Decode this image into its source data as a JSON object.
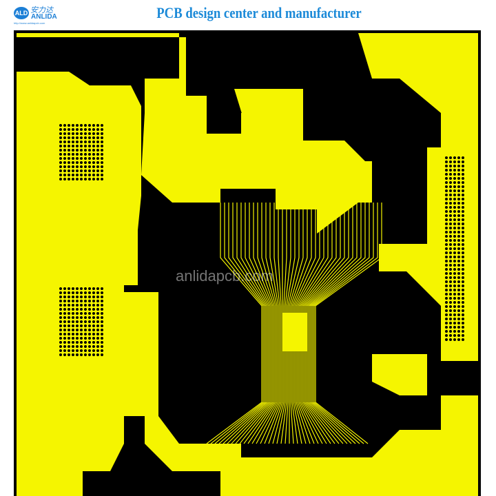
{
  "header": {
    "logo_mark": "ALD",
    "logo_cn": "安力达",
    "logo_name": "ANLIDA",
    "logo_url": "http://www.anlidapcb.com",
    "title": "PCB design center and manufacturer"
  },
  "board": {
    "watermark": "anlidapcb.com",
    "copper_color": "#f5f500",
    "substrate_color": "#000000"
  }
}
